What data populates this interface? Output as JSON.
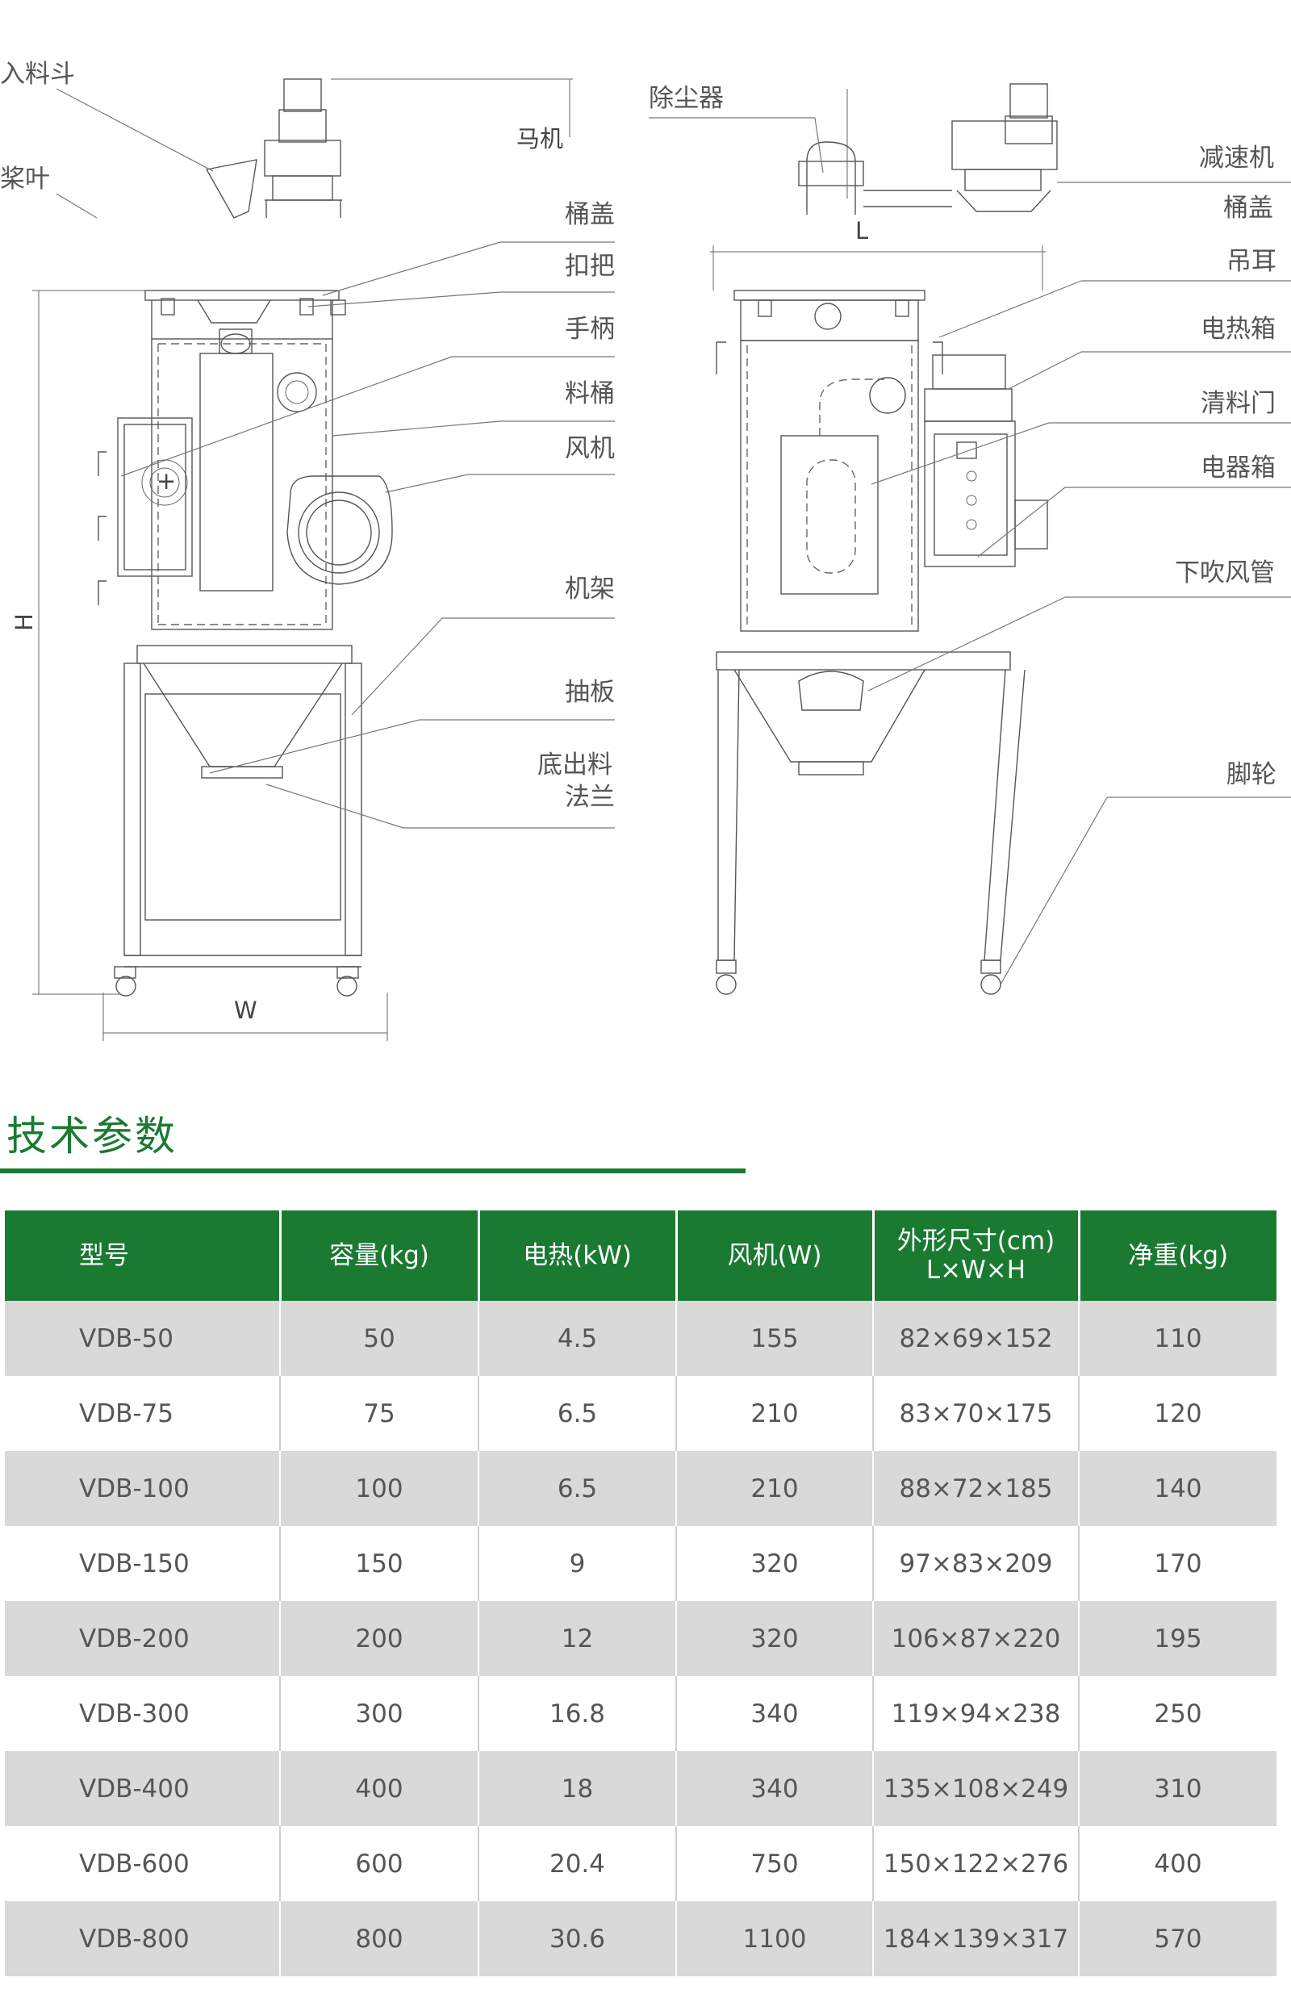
{
  "callouts_left": {
    "hopper": "入料斗",
    "paddle": "桨叶",
    "motor_cut": "马机"
  },
  "callouts_mid": {
    "bucket_lid": "桶盖",
    "clasp": "扣把",
    "handle": "手柄",
    "bucket": "料桶",
    "fan": "风机",
    "frame": "机架",
    "drawer_plate": "抽板",
    "bottom_outlet_1": "底出料",
    "bottom_outlet_2": "法兰"
  },
  "callouts_right": {
    "dust_collector": "除尘器",
    "reducer": "减速机",
    "bucket_lid": "桶盖",
    "lifting_lug": "吊耳",
    "heater_box": "电热箱",
    "clean_door": "清料门",
    "electric_box": "电器箱",
    "down_blow_pipe": "下吹风管",
    "caster": "脚轮"
  },
  "dimensions": {
    "h": "H",
    "w": "W",
    "l": "L"
  },
  "section": {
    "title": "技术参数"
  },
  "table": {
    "headers": [
      "型号",
      "容量(kg)",
      "电热(kW)",
      "风机(W)",
      "外形尺寸(cm)",
      "净重(kg)"
    ],
    "header_dims_sub": "L×W×H",
    "rows": [
      [
        "VDB-50",
        "50",
        "4.5",
        "155",
        "82×69×152",
        "110"
      ],
      [
        "VDB-75",
        "75",
        "6.5",
        "210",
        "83×70×175",
        "120"
      ],
      [
        "VDB-100",
        "100",
        "6.5",
        "210",
        "88×72×185",
        "140"
      ],
      [
        "VDB-150",
        "150",
        "9",
        "320",
        "97×83×209",
        "170"
      ],
      [
        "VDB-200",
        "200",
        "12",
        "320",
        "106×87×220",
        "195"
      ],
      [
        "VDB-300",
        "300",
        "16.8",
        "340",
        "119×94×238",
        "250"
      ],
      [
        "VDB-400",
        "400",
        "18",
        "340",
        "135×108×249",
        "310"
      ],
      [
        "VDB-600",
        "600",
        "20.4",
        "750",
        "150×122×276",
        "400"
      ],
      [
        "VDB-800",
        "800",
        "30.6",
        "1100",
        "184×139×317",
        "570"
      ]
    ]
  },
  "colors": {
    "brand_green": "#1a7a32",
    "row_gray": "#d9d9d9"
  }
}
